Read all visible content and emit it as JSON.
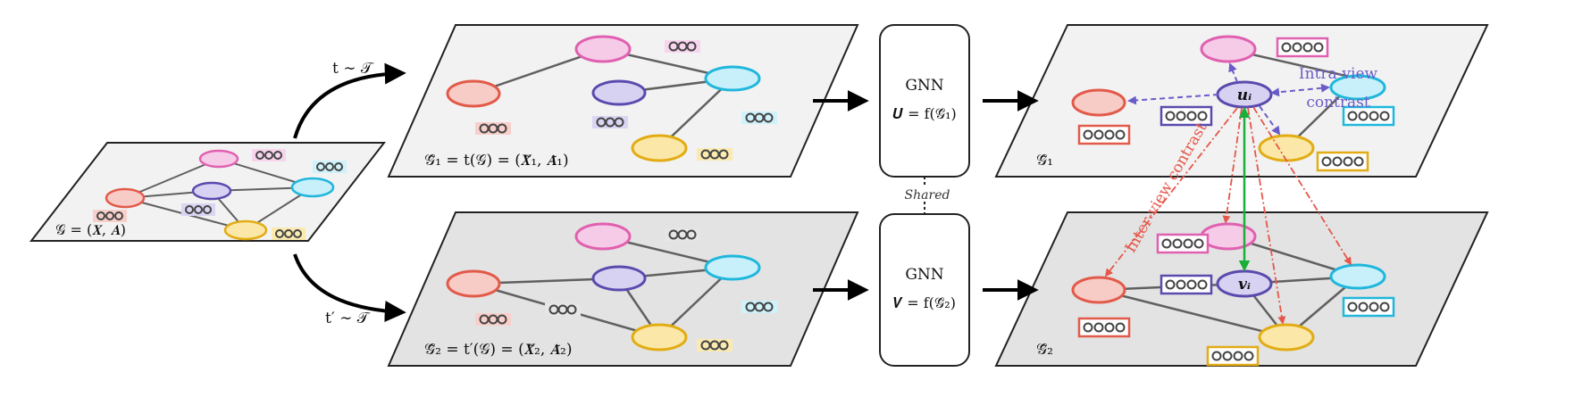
{
  "colors": {
    "pink": "#E060B0",
    "pinkFill": "#F6CBE8",
    "red": "#E25A4A",
    "redFill": "#F8CCC6",
    "purple": "#5A4AAE",
    "purpleFill": "#D8D2F2",
    "cyan": "#1FB7DC",
    "cyanFill": "#C8F0FB",
    "yellow": "#E2AC14",
    "yellowFill": "#FBE8A8",
    "edge": "#606060",
    "panelLight": "#F2F2F2",
    "panelDark": "#E3E3E3",
    "intraView": "#6A5CC8",
    "interView": "#E5574A",
    "positive": "#1AAE3A"
  },
  "icons": {
    "feature_vector": "three-dot-feature-vector-icon",
    "feature_vector_long": "four-dot-feature-vector-icon",
    "curved_arrow": "curved-arrow-icon",
    "right_arrow": "right-arrow-icon"
  },
  "labels": {
    "original_graph": "𝒢 = (𝑿, 𝑨)",
    "aug_top": "t ∼ 𝒯",
    "aug_bottom": "t′ ∼ 𝒯",
    "view1": "𝒢̃₁ = t(𝒢) = (𝑿̃₁, 𝑨̃₁)",
    "view2": "𝒢̃₂ = t′(𝒢) = (𝑿̃₂, 𝑨̃₂)",
    "gnn_top_title": "GNN",
    "gnn_top_eq": "𝑼 = f(𝒢̃₁)",
    "gnn_bottom_title": "GNN",
    "gnn_bottom_eq": "𝑽 = f(𝒢̃₂)",
    "shared": "Shared",
    "emb_view1": "𝒢̃₁",
    "emb_view2": "𝒢̃₂",
    "node_u": "𝒖ᵢ",
    "node_v": "𝒗ᵢ",
    "intra_view_1": "Intra-view",
    "intra_view_2": "contrast",
    "inter_view": "Inter-view contrast"
  }
}
